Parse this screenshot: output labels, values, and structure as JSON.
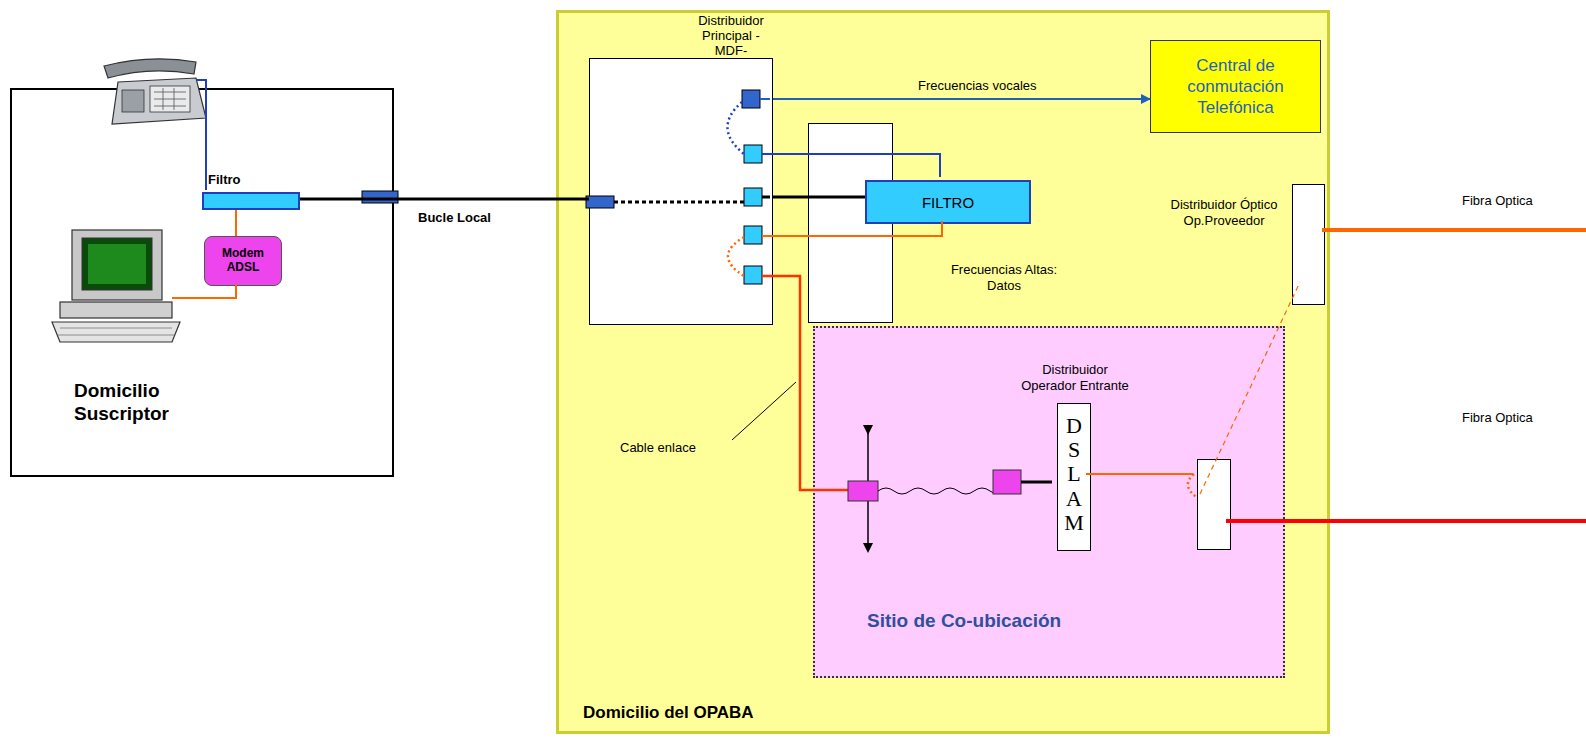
{
  "diagram": {
    "nodes": [
      {
        "text": [
          "Domicilio Suscriptor"
        ]
      },
      {
        "text": [
          "Filtro"
        ],
        "in": 0
      },
      {
        "text": [
          "Modem ADSL"
        ],
        "in": 0
      },
      {
        "text": [
          "Domicilio del OPABA"
        ]
      },
      {
        "text": [
          "Distribuidor Principal -MDF-"
        ],
        "in": 3
      },
      {
        "text": [
          "Central de conmutación Telefónica"
        ],
        "in": 3
      },
      {
        "text": [
          "FILTRO"
        ],
        "in": 3
      },
      {
        "text": [
          "Distribuidor Óptico Op.Proveedor"
        ],
        "in": 3
      },
      {
        "text": [
          "Sitio de Co-ubicación"
        ],
        "in": 3
      },
      {
        "text": [
          "Distribuidor Operador Entrante",
          "DSLAM"
        ],
        "in": 8
      }
    ],
    "edges": [
      {
        "from": 1,
        "to": 4,
        "label": "Bucle Local",
        "arrow": "none"
      },
      {
        "from": 1,
        "to": 2,
        "arrow": "none"
      },
      {
        "from": 4,
        "to": 5,
        "label": "Frecuencias vocales",
        "arrow": "to"
      },
      {
        "from": 4,
        "to": 6,
        "arrow": "none"
      }
    ],
    "labels": [
      "Frecuencias Altas: Datos",
      "Cable enlace",
      "Fibra Optica",
      "Fibra Optica"
    ]
  }
}
